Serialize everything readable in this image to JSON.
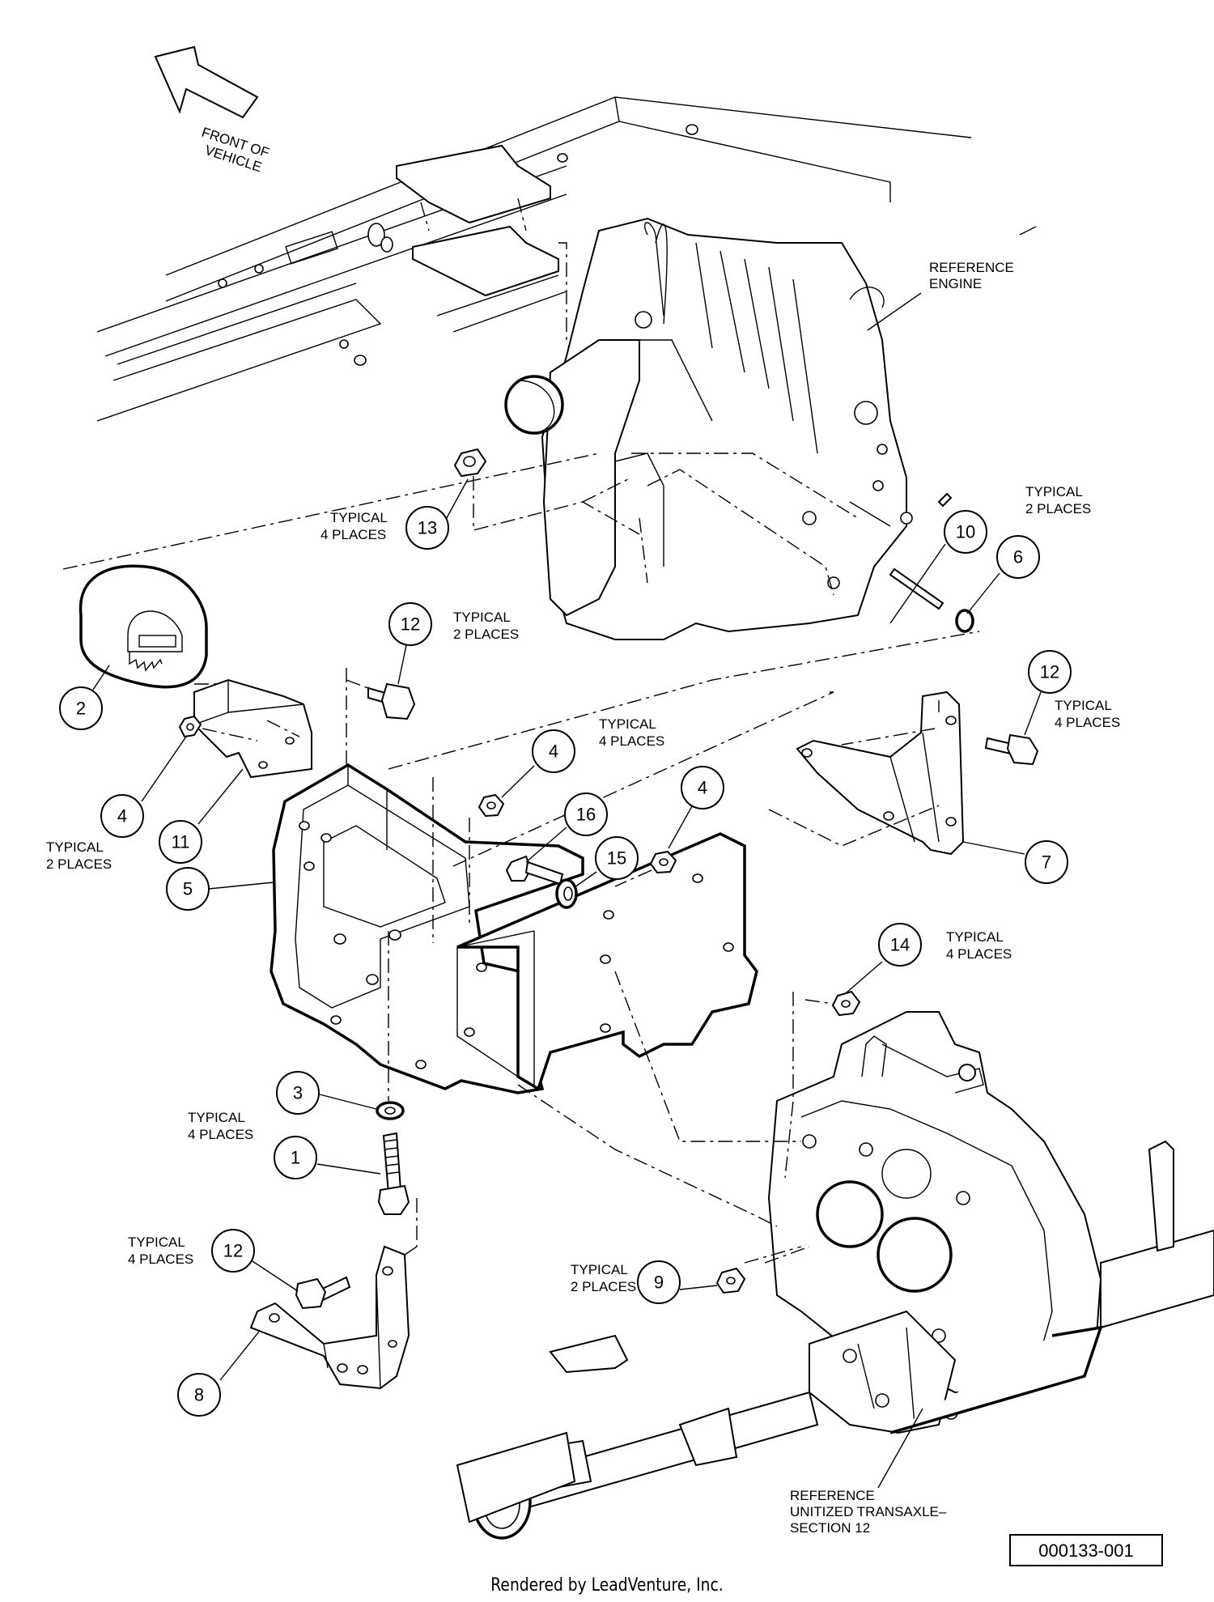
{
  "diagram": {
    "direction_label_line1": "FRONT OF",
    "direction_label_line2": "VEHICLE",
    "reference_engine_line1": "REFERENCE",
    "reference_engine_line2": "ENGINE",
    "reference_transaxle_line1": "REFERENCE",
    "reference_transaxle_line2": "UNITIZED TRANSAXLE–",
    "reference_transaxle_line3": "SECTION 12",
    "diagram_id": "000133-001"
  },
  "typical_notes": [
    {
      "id": "note-13",
      "line1": "TYPICAL",
      "line2": "4 PLACES"
    },
    {
      "id": "note-10",
      "line1": "TYPICAL",
      "line2": "2 PLACES"
    },
    {
      "id": "note-12-top",
      "line1": "TYPICAL",
      "line2": "2 PLACES"
    },
    {
      "id": "note-12-right",
      "line1": "TYPICAL",
      "line2": "4 PLACES"
    },
    {
      "id": "note-4-center",
      "line1": "TYPICAL",
      "line2": "4 PLACES"
    },
    {
      "id": "note-4-left",
      "line1": "TYPICAL",
      "line2": "2 PLACES"
    },
    {
      "id": "note-14",
      "line1": "TYPICAL",
      "line2": "4 PLACES"
    },
    {
      "id": "note-3",
      "line1": "TYPICAL",
      "line2": "4 PLACES"
    },
    {
      "id": "note-12-bottom",
      "line1": "TYPICAL",
      "line2": "4 PLACES"
    },
    {
      "id": "note-9",
      "line1": "TYPICAL",
      "line2": "2 PLACES"
    }
  ],
  "callouts": [
    {
      "id": "c13",
      "label": "13"
    },
    {
      "id": "c10",
      "label": "10"
    },
    {
      "id": "c6",
      "label": "6"
    },
    {
      "id": "c2",
      "label": "2"
    },
    {
      "id": "c12a",
      "label": "12"
    },
    {
      "id": "c12b",
      "label": "12"
    },
    {
      "id": "c4a",
      "label": "4"
    },
    {
      "id": "c4b",
      "label": "4"
    },
    {
      "id": "c4c",
      "label": "4"
    },
    {
      "id": "c11",
      "label": "11"
    },
    {
      "id": "c16",
      "label": "16"
    },
    {
      "id": "c15",
      "label": "15"
    },
    {
      "id": "c7",
      "label": "7"
    },
    {
      "id": "c5",
      "label": "5"
    },
    {
      "id": "c14",
      "label": "14"
    },
    {
      "id": "c3",
      "label": "3"
    },
    {
      "id": "c1",
      "label": "1"
    },
    {
      "id": "c12c",
      "label": "12"
    },
    {
      "id": "c9",
      "label": "9"
    },
    {
      "id": "c8",
      "label": "8"
    }
  ],
  "footer": {
    "credit": "Rendered by LeadVenture, Inc."
  }
}
